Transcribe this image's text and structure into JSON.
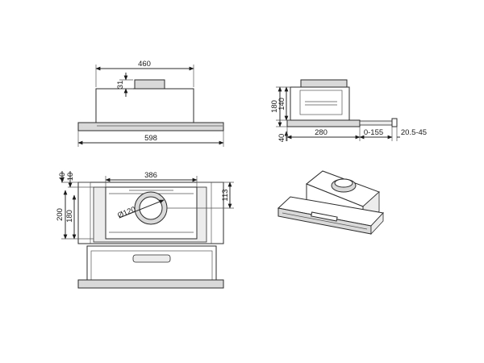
{
  "front_view": {
    "width_top": "460",
    "spigot_height": "31",
    "width_bottom": "598"
  },
  "side_view": {
    "height_total": "180",
    "height_body": "140",
    "bottom_offset": "40",
    "depth": "280",
    "extension": "0-155",
    "handle": "20.5-45"
  },
  "plan_view": {
    "spigot_width": "386",
    "front_offset": "40",
    "front_offset_small": "10",
    "depth_outer": "200",
    "depth_inner": "180",
    "spigot_depth": "113",
    "outlet_diameter": "Ø120"
  },
  "colors": {
    "line": "#2b2b2b",
    "fill_grey": "#d9d9d9",
    "background": "#ffffff"
  }
}
